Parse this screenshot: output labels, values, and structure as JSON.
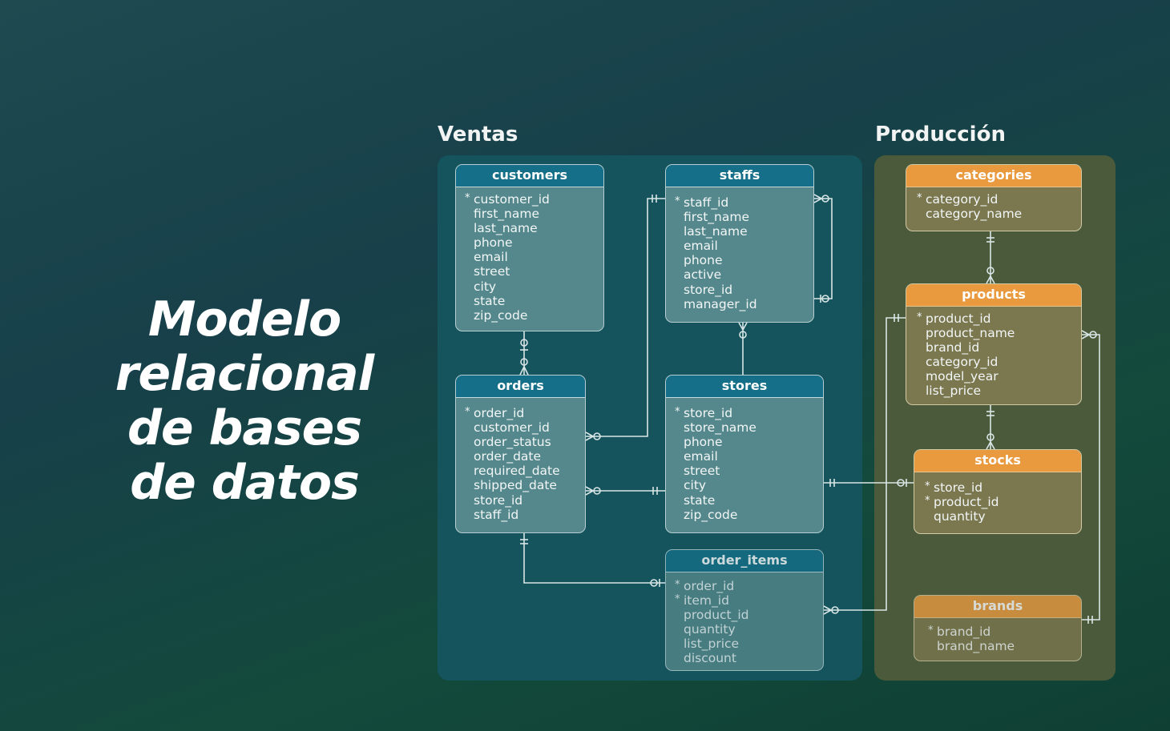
{
  "title": [
    "Modelo",
    "relacional",
    "de bases",
    "de datos"
  ],
  "sections": {
    "ventas": "Ventas",
    "produccion": "Producción"
  },
  "tables": {
    "customers": {
      "name": "customers",
      "fields": [
        "customer_id",
        "first_name",
        "last_name",
        "phone",
        "email",
        "street",
        "city",
        "state",
        "zip_code"
      ],
      "pk": [
        "customer_id"
      ]
    },
    "staffs": {
      "name": "staffs",
      "fields": [
        "staff_id",
        "first_name",
        "last_name",
        "email",
        "phone",
        "active",
        "store_id",
        "manager_id"
      ],
      "pk": [
        "staff_id"
      ]
    },
    "orders": {
      "name": "orders",
      "fields": [
        "order_id",
        "customer_id",
        "order_status",
        "order_date",
        "required_date",
        "shipped_date",
        "store_id",
        "staff_id"
      ],
      "pk": [
        "order_id"
      ]
    },
    "stores": {
      "name": "stores",
      "fields": [
        "store_id",
        "store_name",
        "phone",
        "email",
        "street",
        "city",
        "state",
        "zip_code"
      ],
      "pk": [
        "store_id"
      ]
    },
    "order_items": {
      "name": "order_items",
      "fields": [
        "order_id",
        "item_id",
        "product_id",
        "quantity",
        "list_price",
        "discount"
      ],
      "pk": [
        "order_id",
        "item_id"
      ]
    },
    "categories": {
      "name": "categories",
      "fields": [
        "category_id",
        "category_name"
      ],
      "pk": [
        "category_id"
      ]
    },
    "products": {
      "name": "products",
      "fields": [
        "product_id",
        "product_name",
        "brand_id",
        "category_id",
        "model_year",
        "list_price"
      ],
      "pk": [
        "product_id"
      ]
    },
    "stocks": {
      "name": "stocks",
      "fields": [
        "store_id",
        "product_id",
        "quantity"
      ],
      "pk": [
        "store_id",
        "product_id"
      ]
    },
    "brands": {
      "name": "brands",
      "fields": [
        "brand_id",
        "brand_name"
      ],
      "pk": [
        "brand_id"
      ]
    }
  },
  "colors": {
    "ventas_header": "#156f88",
    "produccion_header": "#ea9a3e",
    "line": "#d9e6e6"
  }
}
